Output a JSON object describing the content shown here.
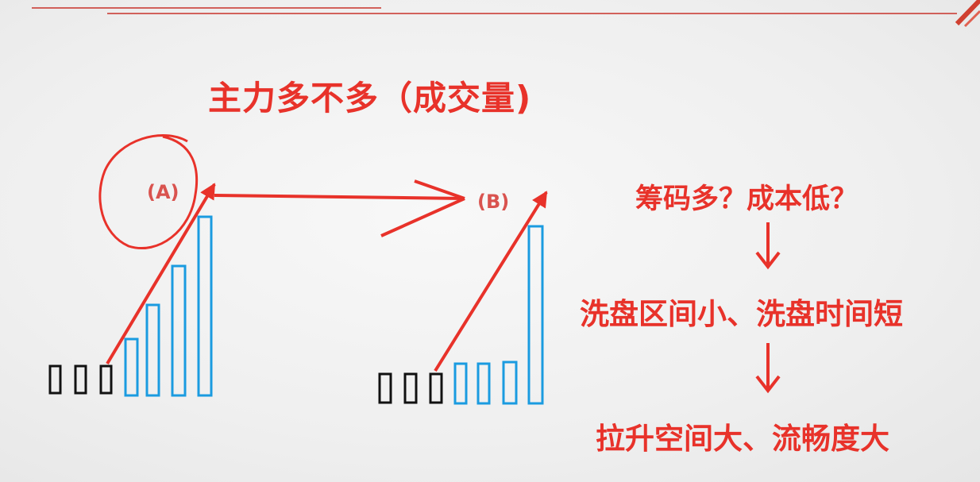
{
  "title": "主力多不多（成交量)",
  "diagram_a": {
    "label": "(A)"
  },
  "diagram_b": {
    "label": "(B)"
  },
  "flow": {
    "step1": "筹码多？成本低？",
    "step2": "洗盘区间小、洗盘时间短",
    "step3": "拉升空间大、流畅度大"
  },
  "colors": {
    "red": "#e8322a",
    "bar_blue": "#1a9be0",
    "bar_black": "#111111",
    "background": "#f2f2f2"
  }
}
